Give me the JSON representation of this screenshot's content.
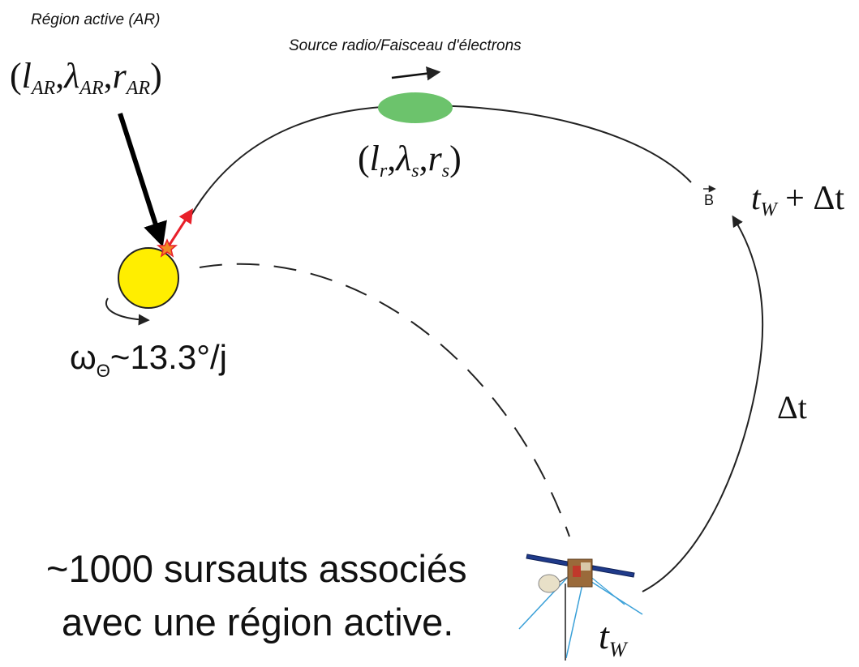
{
  "labels": {
    "active_region": "Région active (AR)",
    "source_beam": "Source radio/Faisceau d'électrons",
    "ar_coords": {
      "open": "(",
      "l": "l",
      "l_sub": "AR",
      "lambda": "λ",
      "lambda_sub": "AR",
      "r": "r",
      "r_sub": "AR",
      "close": ")"
    },
    "source_coords": {
      "open": "(",
      "l": "l",
      "l_sub": "r",
      "lambda": "λ",
      "lambda_sub": "s",
      "r": "r",
      "r_sub": "s",
      "close": ")"
    },
    "b_vector": "B",
    "t_w_plus": {
      "t": "t",
      "sub": "W",
      "rest": " + Δt"
    },
    "delta_t": "Δt",
    "t_w": {
      "t": "t",
      "sub": "W"
    },
    "omega": {
      "w": "ω",
      "sub": "Θ",
      "rest": "~13.3°/j"
    },
    "summary_line1": "~1000 sursauts associés",
    "summary_line2": "avec une région active."
  },
  "colors": {
    "sun_fill": "#ffee00",
    "source_ellipse": "#6cc36c",
    "beam_arrow": "#e8202a",
    "flare_star": "#f08a24",
    "line": "#222222",
    "antenna": "#3aa0d8",
    "panel": "#1f3a8a"
  }
}
